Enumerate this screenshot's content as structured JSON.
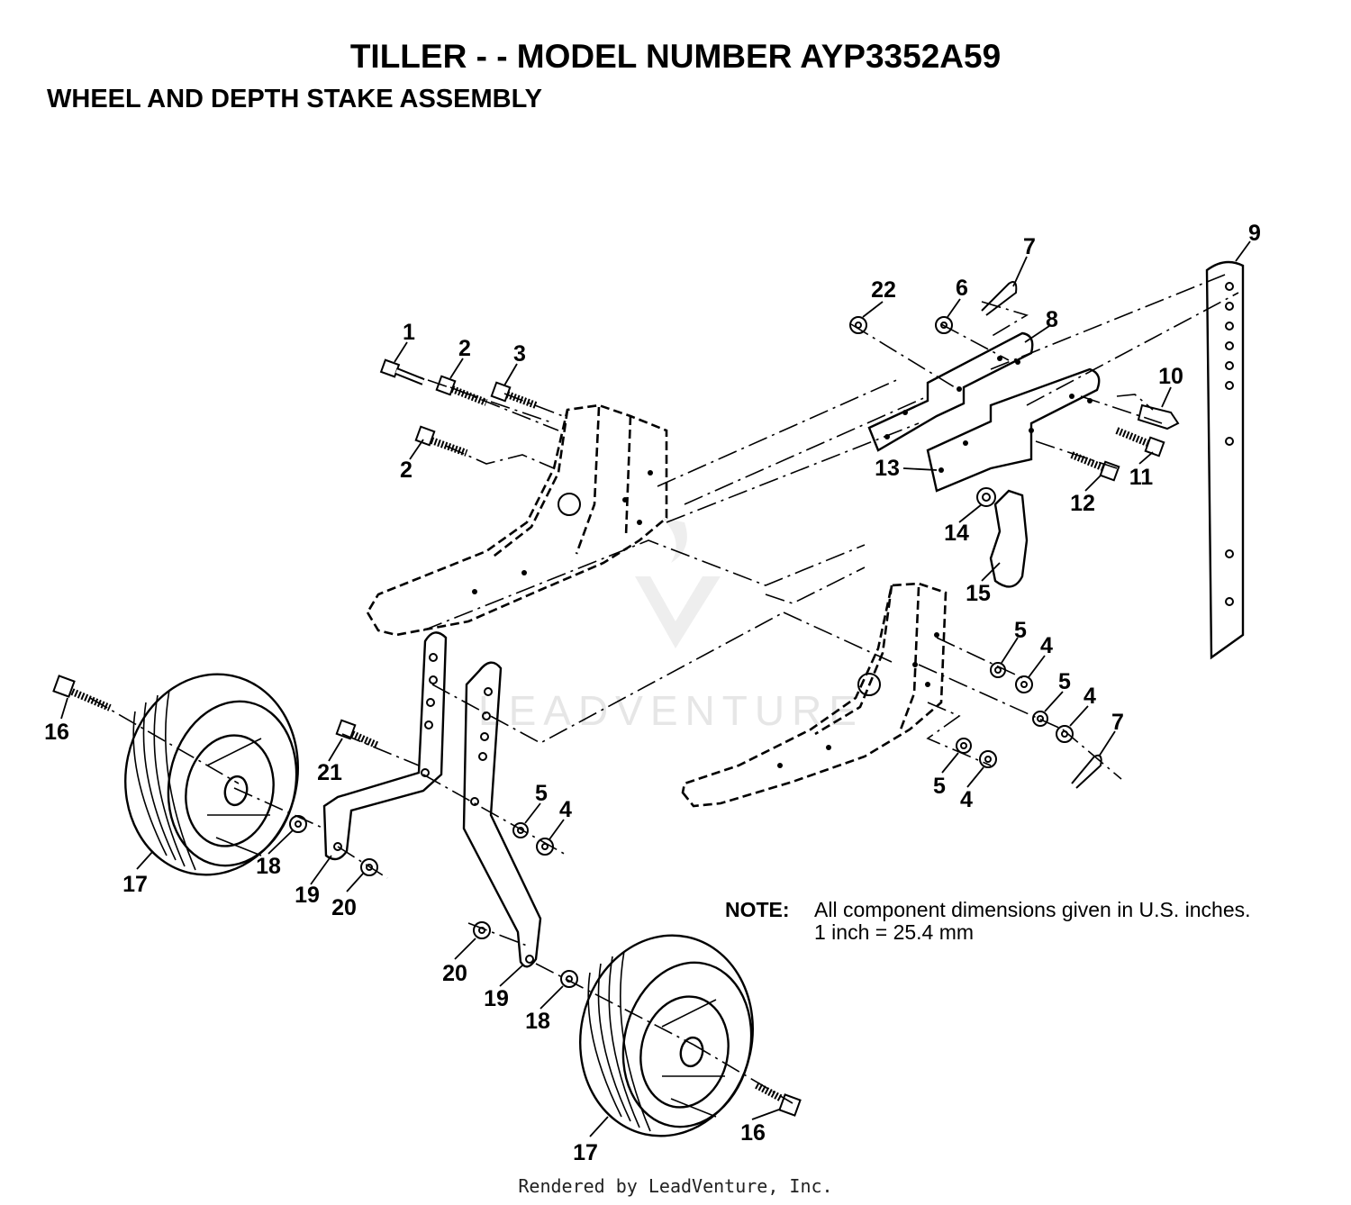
{
  "header": {
    "title": "TILLER - - MODEL NUMBER AYP3352A59",
    "subtitle": "WHEEL AND DEPTH STAKE ASSEMBLY"
  },
  "note": {
    "label": "NOTE:",
    "line1": "All component dimensions given in U.S. inches.",
    "line2": "1 inch = 25.4 mm"
  },
  "watermark": "LEADVENTURE",
  "footer": "Rendered by LeadVenture, Inc.",
  "callouts": {
    "c1": "1",
    "c2a": "2",
    "c2b": "2",
    "c3": "3",
    "c4a": "4",
    "c4b": "4",
    "c4c": "4",
    "c4d": "4",
    "c5a": "5",
    "c5b": "5",
    "c5c": "5",
    "c5d": "5",
    "c6": "6",
    "c7a": "7",
    "c7b": "7",
    "c8": "8",
    "c9": "9",
    "c10": "10",
    "c11": "11",
    "c12": "12",
    "c13": "13",
    "c14": "14",
    "c15": "15",
    "c16a": "16",
    "c16b": "16",
    "c17a": "17",
    "c17b": "17",
    "c18a": "18",
    "c18b": "18",
    "c19a": "19",
    "c19b": "19",
    "c20a": "20",
    "c20b": "20",
    "c21": "21",
    "c22": "22"
  }
}
